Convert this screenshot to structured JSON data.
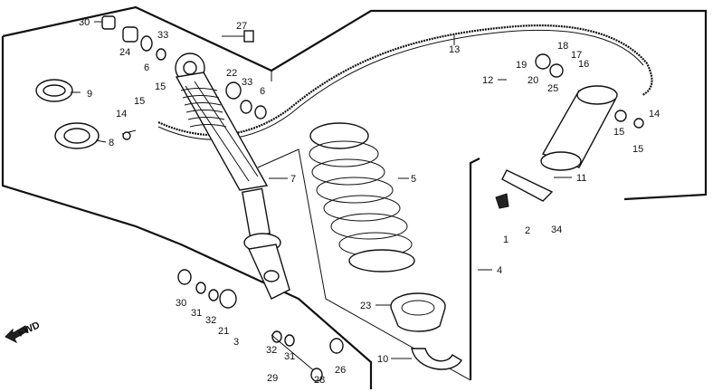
{
  "diagram": {
    "labels": {
      "p30a": "30",
      "p24": "24",
      "p33a": "33",
      "p6a": "6",
      "p27": "27",
      "p22": "22",
      "p33b": "33",
      "p6b": "6",
      "p9": "9",
      "p15a": "15",
      "p15b": "15",
      "p14a": "14",
      "p8": "8",
      "p7": "7",
      "p13": "13",
      "p12": "12",
      "p19": "19",
      "p18": "18",
      "p17": "17",
      "p16": "16",
      "p20": "20",
      "p25": "25",
      "p14b": "14",
      "p15c": "15",
      "p15d": "15",
      "p11": "11",
      "p5": "5",
      "p1": "1",
      "p2": "2",
      "p34": "34",
      "p4": "4",
      "p23": "23",
      "p10": "10",
      "p30b": "30",
      "p31a": "31",
      "p32a": "32",
      "p21": "21",
      "p3": "3",
      "p32b": "32",
      "p31b": "31",
      "p26": "26",
      "p29": "29",
      "p28": "28"
    },
    "fwd_label": "FWD"
  }
}
